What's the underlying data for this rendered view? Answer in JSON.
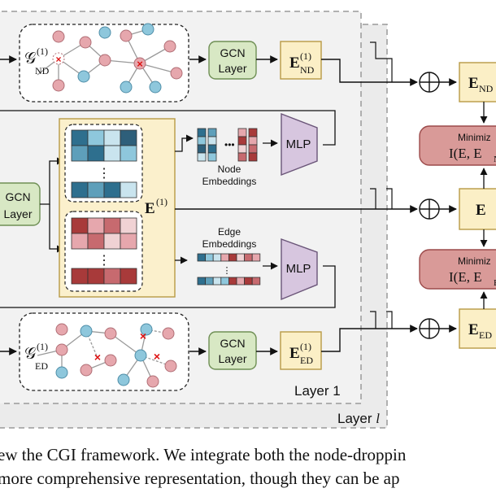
{
  "layers": {
    "layer_1": "Layer 1",
    "layer_l_prefix": "Layer ",
    "layer_l_var": "l"
  },
  "gcn": {
    "label_line1": "GCN",
    "label_line2": "Layer"
  },
  "graphs": {
    "nd_symbol": "𝒢",
    "nd_superscript": "(1)",
    "nd_subscript": "ND",
    "ed_symbol": "𝒢",
    "ed_superscript": "(1)",
    "ed_subscript": "ED"
  },
  "embeddings": {
    "e_nd_main": "E",
    "e_nd_sup": "(1)",
    "e_nd_sub": "ND",
    "e_ed_main": "E",
    "e_ed_sup": "(1)",
    "e_ed_sub": "ED",
    "e_main": "E",
    "e_sup": "(1)",
    "node_embeddings_line1": "Node",
    "node_embeddings_line2": "Embeddings",
    "edge_embeddings_line1": "Edge",
    "edge_embeddings_line2": "Embeddings",
    "dots": "⋮",
    "hdots": "•••"
  },
  "mlp": {
    "label": "MLP"
  },
  "outputs": {
    "e_nd_main": "E",
    "e_nd_sub": "ND",
    "e_main": "E",
    "e_ed_main": "E",
    "e_ed_sub": "ED",
    "plus": "⊕"
  },
  "minimize": {
    "label": "Minimiz",
    "top_expr": "I(E, E",
    "top_sub": "N",
    "bottom_expr": "I(E, E",
    "bottom_sub": "E"
  },
  "caption": {
    "line1": "ew the CGI framework. We integrate both the node-droppin",
    "line2": "more comprehensive representation, though they can be ap"
  },
  "colors": {
    "gcn_fill": "#d8e8c4",
    "gcn_stroke": "#6f8f55",
    "emb_fill": "#fbefc6",
    "emb_stroke": "#b89a45",
    "panel_fill": "#fbf0cc",
    "mlp_fill": "#d7c6df",
    "minimize_fill": "#d99a98",
    "node_blue": "#8ec7dc",
    "node_pink": "#e6a7ad",
    "blue_dark": "#2e6f8e",
    "red_dark": "#a83a3a",
    "layer_bg": "#ececec"
  }
}
